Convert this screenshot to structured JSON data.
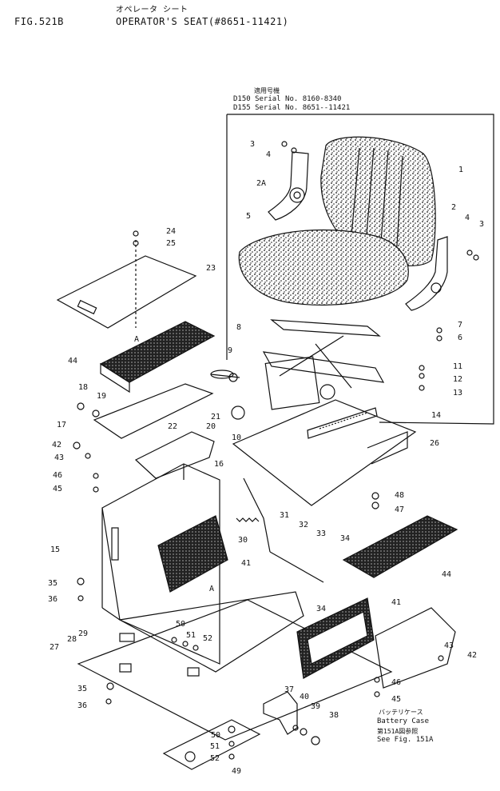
{
  "header": {
    "fig": "FIG.521B",
    "title_jp": "オペレータ シート",
    "title": "OPERATOR'S SEAT(#8651-11421)"
  },
  "serial_note": {
    "jp": "適用号機",
    "line1": "D150 Serial No. 8160-8340",
    "line2": "D155 Serial No. 8651--11421"
  },
  "battery_note": {
    "jp1": "バッテリケース",
    "en1": "Battery Case",
    "jp2": "第151A図参照",
    "en2": "See Fig. 151A"
  },
  "callouts": [
    {
      "label": "1"
    },
    {
      "label": "2"
    },
    {
      "label": "2A"
    },
    {
      "label": "3"
    },
    {
      "label": "3"
    },
    {
      "label": "4"
    },
    {
      "label": "4"
    },
    {
      "label": "5"
    },
    {
      "label": "6"
    },
    {
      "label": "7"
    },
    {
      "label": "8"
    },
    {
      "label": "9"
    },
    {
      "label": "10"
    },
    {
      "label": "11"
    },
    {
      "label": "12"
    },
    {
      "label": "13"
    },
    {
      "label": "14"
    },
    {
      "label": "15"
    },
    {
      "label": "16"
    },
    {
      "label": "17"
    },
    {
      "label": "18"
    },
    {
      "label": "19"
    },
    {
      "label": "20"
    },
    {
      "label": "21"
    },
    {
      "label": "22"
    },
    {
      "label": "23"
    },
    {
      "label": "24"
    },
    {
      "label": "25"
    },
    {
      "label": "26"
    },
    {
      "label": "27"
    },
    {
      "label": "28"
    },
    {
      "label": "29"
    },
    {
      "label": "30"
    },
    {
      "label": "31"
    },
    {
      "label": "32"
    },
    {
      "label": "33"
    },
    {
      "label": "34"
    },
    {
      "label": "34"
    },
    {
      "label": "35"
    },
    {
      "label": "35"
    },
    {
      "label": "36"
    },
    {
      "label": "36"
    },
    {
      "label": "37"
    },
    {
      "label": "38"
    },
    {
      "label": "39"
    },
    {
      "label": "40"
    },
    {
      "label": "41"
    },
    {
      "label": "41"
    },
    {
      "label": "42"
    },
    {
      "label": "42"
    },
    {
      "label": "43"
    },
    {
      "label": "43"
    },
    {
      "label": "44"
    },
    {
      "label": "44"
    },
    {
      "label": "45"
    },
    {
      "label": "45"
    },
    {
      "label": "46"
    },
    {
      "label": "46"
    },
    {
      "label": "47"
    },
    {
      "label": "48"
    },
    {
      "label": "49"
    },
    {
      "label": "50"
    },
    {
      "label": "50"
    },
    {
      "label": "51"
    },
    {
      "label": "51"
    },
    {
      "label": "52"
    },
    {
      "label": "52"
    },
    {
      "label": "A"
    },
    {
      "label": "A"
    }
  ]
}
